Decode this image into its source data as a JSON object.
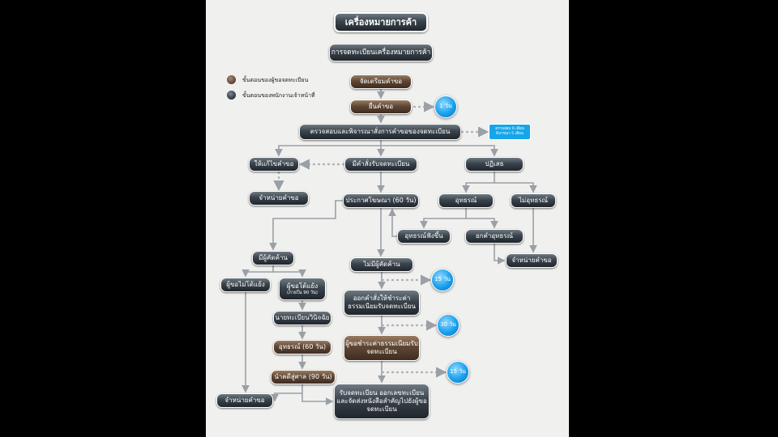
{
  "title": "เครื่องหมายการค้า",
  "subtitle": "การจดทะเบียนเครื่องหมายการค้า",
  "legend": {
    "applicant": {
      "label": "ขั้นตอนของผู้ขอจดทะเบียน",
      "color": "#6b5240"
    },
    "officer": {
      "label": "ขั้นตอนของพนักงานเจ้าหน้าที่",
      "color": "#2f3840"
    }
  },
  "nodes": {
    "prepare": "จัดเตรียมคำขอ",
    "file": "ยื่นคำขอ",
    "examine": "ตรวจสอบและพิจารณาสั่งการคำขอของจดทะเบียน",
    "amend": "ให้แก้ไขคำขอ",
    "order_register": "มีคำสั่งรับจดทะเบียน",
    "reject": "ปฏิเสธ",
    "withdraw1": "จำหน่ายคำขอ",
    "publish": "ประกาศโฆษณา (60 วัน)",
    "appeal": "อุทธรณ์",
    "no_appeal": "ไม่อุทธรณ์",
    "appeal_heard": "อุทธรณ์ฟังขึ้น",
    "appeal_dismissed": "ยกคำอุทธรณ์",
    "withdraw2": "จำหน่ายคำขอ",
    "opposition": "มีผู้คัดค้าน",
    "no_opposition": "ไม่มีผู้คัดค้าน",
    "no_counter": "ผู้ขอไม่โต้แย้ง",
    "counter": "ผู้ขอโต้แย้ง",
    "counter_note": "(ภายใน 90 วัน)",
    "order_fee": "ออกคำสั่งให้ชำระค่าธรรมเนียมรับจดทะเบียน",
    "registrar_decide": "นายทะเบียนวินิจฉัย",
    "pay_fee": "ผู้ขอชำระค่าธรรมเนียมรับจดทะเบียน",
    "appeal60": "อุทธรณ์ (60 วัน)",
    "court90": "นำคดีสู่ศาล (90 วัน)",
    "withdraw3": "จำหน่ายคำขอ",
    "final": "รับจดทะเบียน ออกเลขทะเบียนและจัดส่งหนังสือสำคัญไปยังผู้ขอจดทะเบียน"
  },
  "timers": {
    "one_day": "1 วัน",
    "exam_line1": "ตรวจสอบ 6 เดือน",
    "exam_line2": "พิจารณา 5 เดือน",
    "d15a": "15 วัน",
    "d30": "30 วัน",
    "d15b": "15 วัน"
  }
}
